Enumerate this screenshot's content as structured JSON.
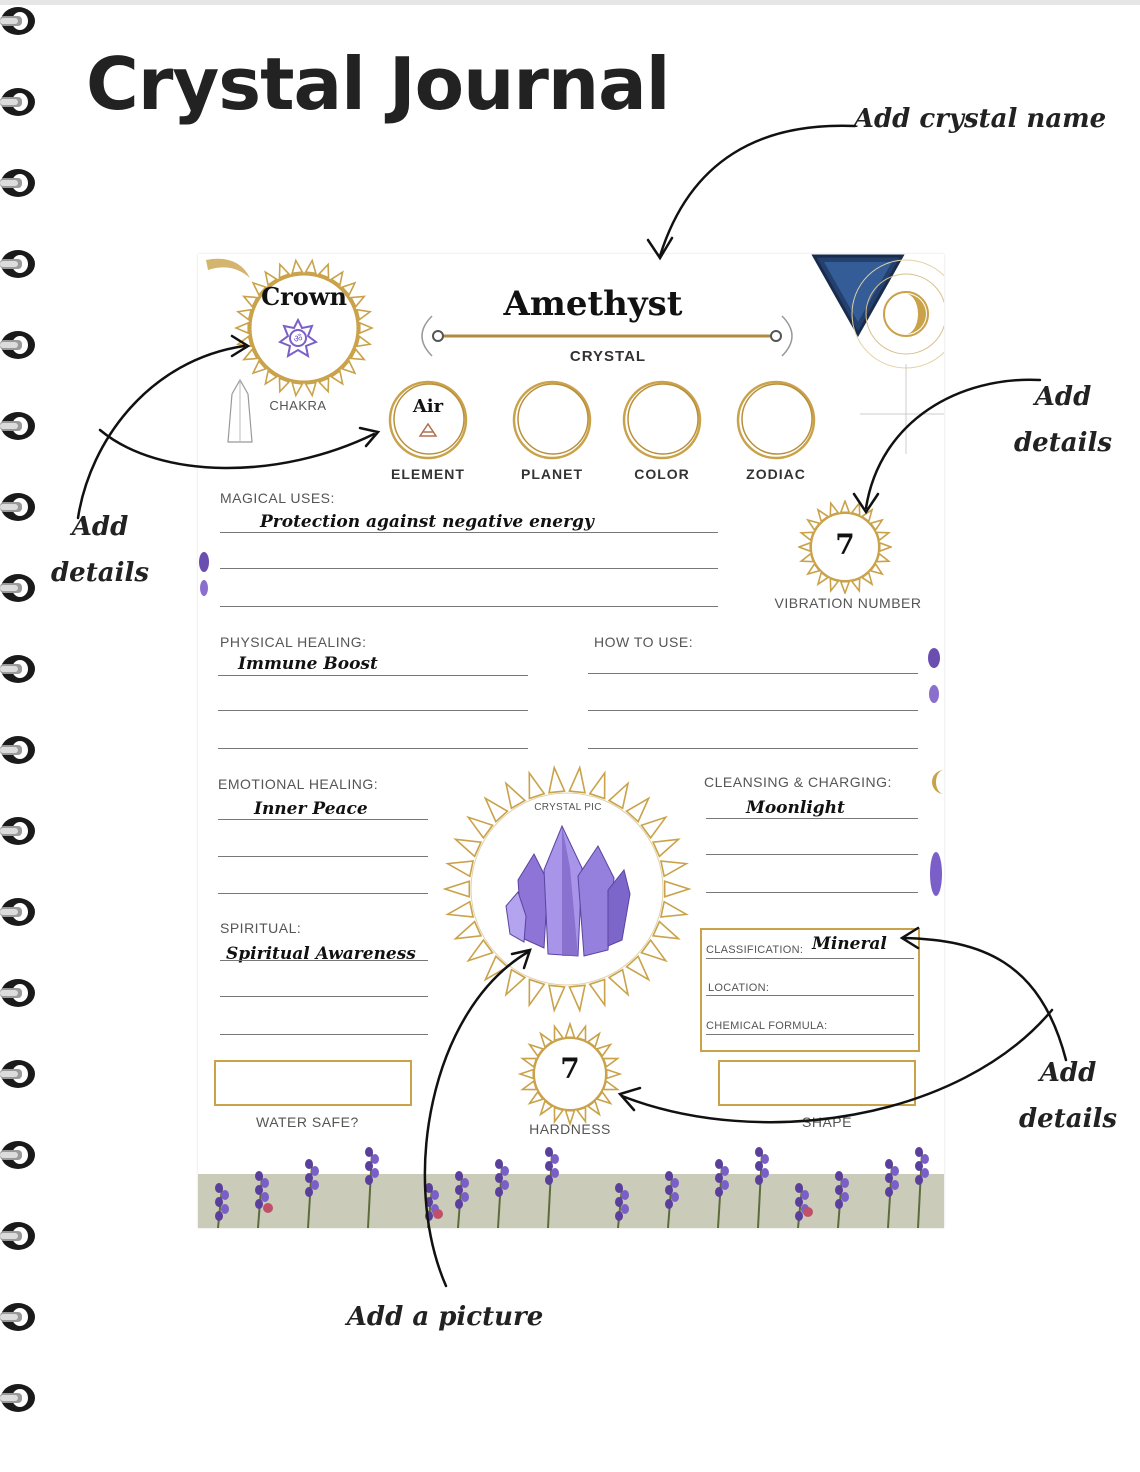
{
  "title": "Crystal Journal",
  "notes": {
    "crystal_name": "Add crystal name",
    "details_right_top_1": "Add",
    "details_right_top_2": "details",
    "details_left_1": "Add",
    "details_left_2": "details",
    "details_right_bottom_1": "Add",
    "details_right_bottom_2": "details",
    "picture": "Add a picture"
  },
  "page": {
    "crystal_name": "Amethyst",
    "crystal_label": "CRYSTAL",
    "chakra": {
      "value": "Crown",
      "label": "CHAKRA",
      "icon": "om-icon"
    },
    "attributes": [
      {
        "label": "ELEMENT",
        "value": "Air",
        "icon": "air-triangle-icon"
      },
      {
        "label": "PLANET",
        "value": ""
      },
      {
        "label": "COLOR",
        "value": ""
      },
      {
        "label": "ZODIAC",
        "value": ""
      }
    ],
    "magical_uses": {
      "label": "MAGICAL USES:",
      "value": "Protection against negative energy"
    },
    "vibration": {
      "value": "7",
      "label": "VIBRATION  NUMBER"
    },
    "physical_healing": {
      "label": "PHYSICAL HEALING:",
      "value": "Immune Boost"
    },
    "how_to_use": {
      "label": "HOW TO USE:",
      "value": ""
    },
    "emotional_healing": {
      "label": "EMOTIONAL HEALING:",
      "value": "Inner Peace"
    },
    "crystal_pic_label": "CRYSTAL PIC",
    "cleansing": {
      "label": "CLEANSING & CHARGING:",
      "value": "Moonlight"
    },
    "spiritual": {
      "label": "SPIRITUAL:",
      "value": "Spiritual Awareness"
    },
    "classification": {
      "label": "CLASSIFICATION:",
      "value": "Mineral"
    },
    "location": {
      "label": "LOCATION:",
      "value": ""
    },
    "chemical_formula": {
      "label": "CHEMICAL FORMULA:",
      "value": ""
    },
    "water_safe": {
      "label": "WATER SAFE?",
      "value": ""
    },
    "hardness": {
      "value": "7",
      "label": "HARDNESS"
    },
    "shape": {
      "label": "SHAPE",
      "value": ""
    }
  },
  "colors": {
    "gold": "#c9a24a",
    "amethyst": "#7b5fc9",
    "lavender": "#6a4fb0",
    "ink": "#111111"
  }
}
